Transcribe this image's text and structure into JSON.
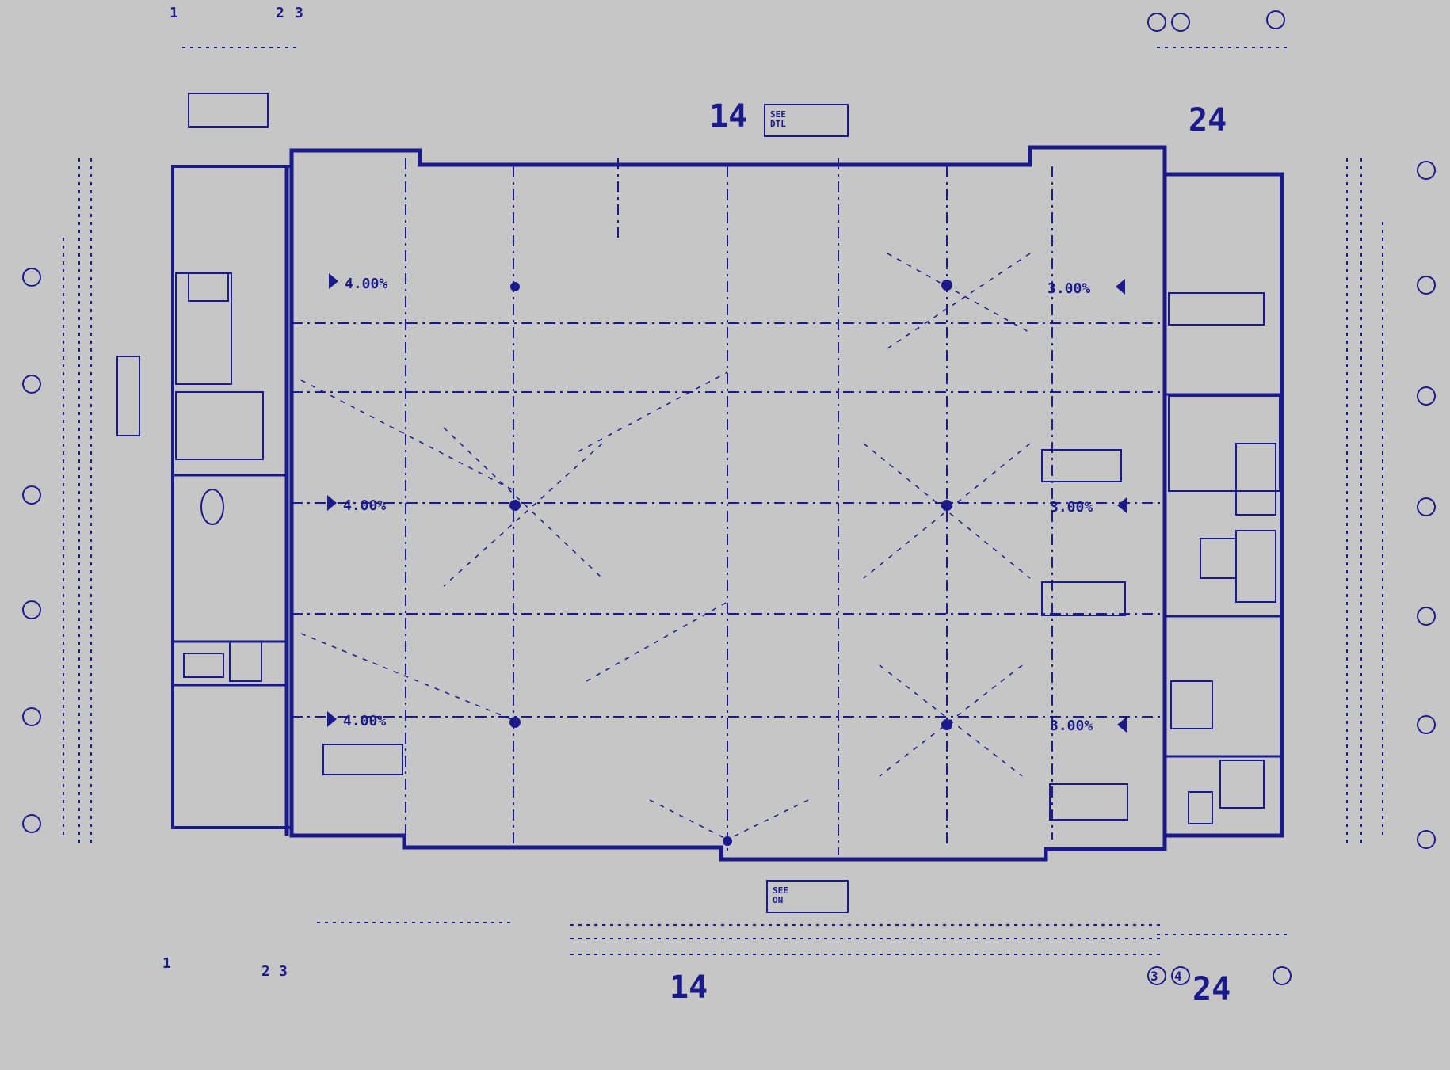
{
  "colors": {
    "background": "#c6c6c6",
    "ink": "#1a1a8c"
  },
  "dimensions": {
    "top": "14",
    "bottom": "14",
    "right_top": "24",
    "right_bottom": "24"
  },
  "slopes": [
    "4.00%",
    "4.00%",
    "4.00%",
    "3.00%",
    "3.00%",
    "3.00%"
  ],
  "grid_labels": {
    "top": [
      "1",
      "2",
      "3"
    ],
    "bottom": [
      "1",
      "2",
      "3",
      "3",
      "4"
    ]
  },
  "callout_text": [
    "SEE",
    "DTL",
    "ON"
  ]
}
